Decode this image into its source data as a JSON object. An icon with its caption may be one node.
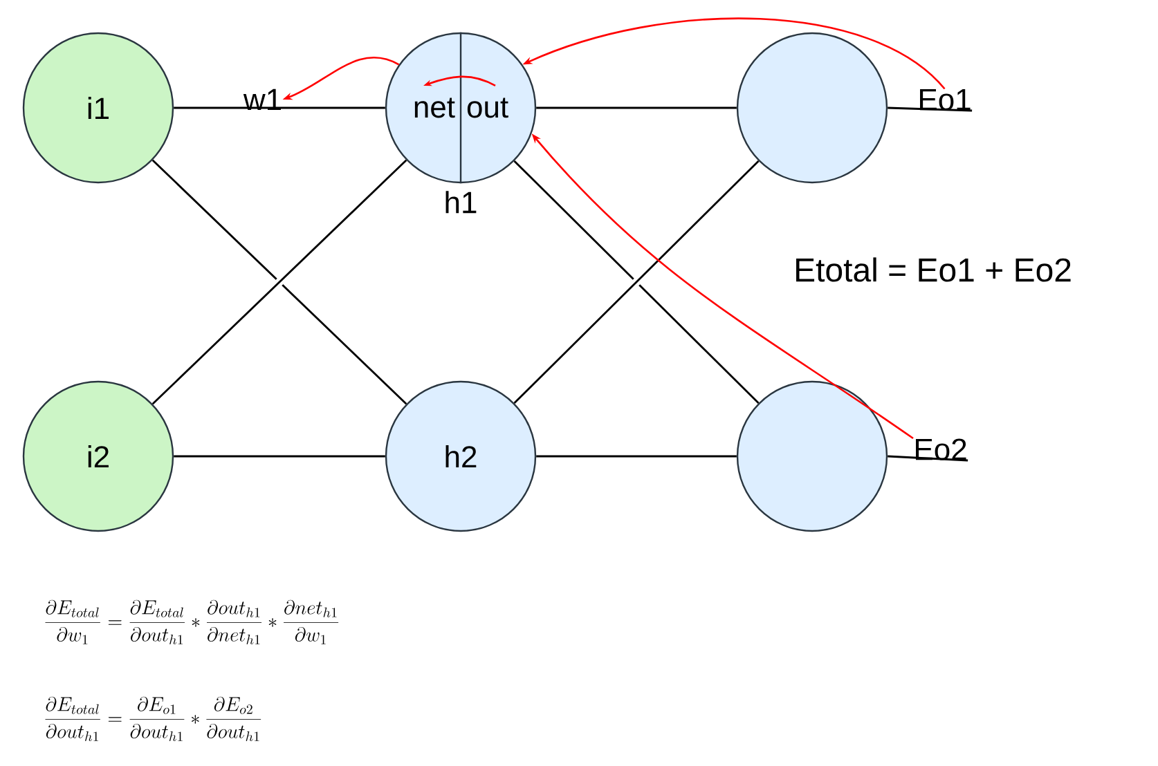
{
  "diagram": {
    "nodes": [
      {
        "text": [
          "i1"
        ]
      },
      {
        "text": [
          "net",
          "out"
        ],
        "beside": [
          "h1"
        ]
      },
      {
        "text": [],
        "shape": "circle"
      },
      {
        "text": [
          "i2"
        ]
      },
      {
        "text": [
          "h2"
        ]
      },
      {
        "text": [],
        "shape": "circle"
      },
      {
        "text": [
          "Eo1"
        ]
      },
      {
        "text": [
          "Eo2"
        ]
      },
      {
        "text": [
          "w1"
        ]
      }
    ],
    "edges": [
      {
        "from": 0,
        "to": 1,
        "arrow": "none"
      },
      {
        "from": 0,
        "to": 4,
        "arrow": "none"
      },
      {
        "from": 3,
        "to": 1,
        "arrow": "none"
      },
      {
        "from": 3,
        "to": 4,
        "arrow": "none"
      },
      {
        "from": 1,
        "to": 2,
        "arrow": "none"
      },
      {
        "from": 1,
        "to": 5,
        "arrow": "none"
      },
      {
        "from": 4,
        "to": 2,
        "arrow": "none"
      },
      {
        "from": 4,
        "to": 5,
        "arrow": "none"
      },
      {
        "from": 2,
        "to": 6,
        "arrow": "none"
      },
      {
        "from": 5,
        "to": 7,
        "arrow": "none"
      },
      {
        "from": 6,
        "to": 1,
        "arrow": "to",
        "color": "#ff0000"
      },
      {
        "from": 7,
        "to": 1,
        "arrow": "to",
        "color": "#ff0000"
      },
      {
        "from": 1,
        "to": 8,
        "arrow": "to",
        "color": "#ff0000"
      }
    ],
    "labels": [
      "Etotal = Eo1 + Eo2",
      "\\frac{\\partial E_{total}}{\\partial w_1} = \\frac{\\partial E_{total}}{\\partial out_{h1}} * \\frac{\\partial out_{h1}}{\\partial net_{h1}} * \\frac{\\partial net_{h1}}{\\partial w_1}",
      "\\frac{\\partial E_{total}}{\\partial out_{h1}} = \\frac{\\partial E_{o1}}{\\partial out_{h1}} * \\frac{\\partial E_{o2}}{\\partial out_{h1}}"
    ]
  }
}
